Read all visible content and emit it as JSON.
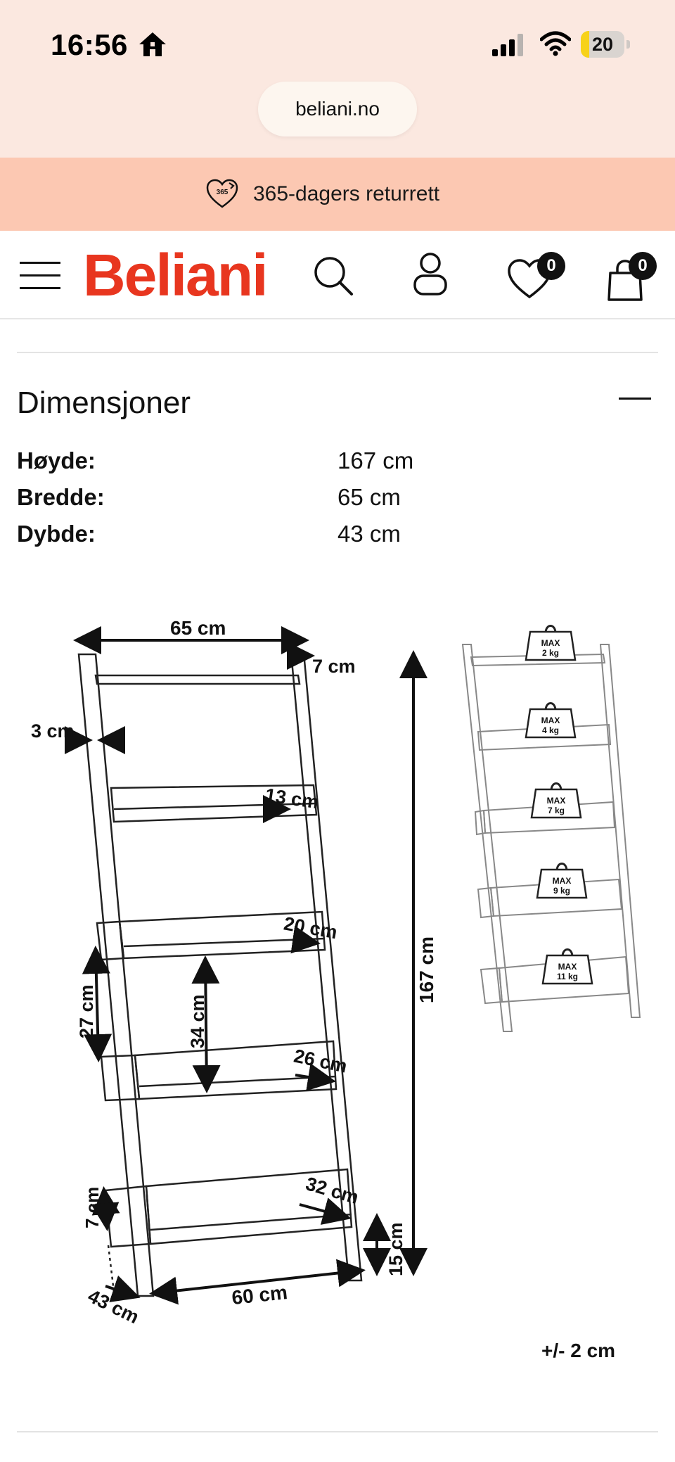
{
  "status_bar": {
    "time": "16:56",
    "battery_level": "20",
    "battery_fraction": 0.2,
    "icons": [
      "home-icon",
      "signal-icon",
      "wifi-icon",
      "battery-icon"
    ]
  },
  "browser": {
    "url": "beliani.no"
  },
  "promo": {
    "text": "365-dagers returrett",
    "icon_label": "365",
    "icon": "heart-365-icon"
  },
  "header": {
    "logo": "Beliani",
    "wishlist_count": "0",
    "cart_count": "0",
    "icons": [
      "menu-icon",
      "search-icon",
      "user-icon",
      "heart-icon",
      "bag-icon"
    ]
  },
  "section": {
    "title": "Dimensjoner",
    "specs": [
      {
        "label": "Høyde:",
        "value": "167 cm"
      },
      {
        "label": "Bredde:",
        "value": "65 cm"
      },
      {
        "label": "Dybde:",
        "value": "43 cm"
      }
    ]
  },
  "diagram": {
    "width": "65 cm",
    "top_depth": "7 cm",
    "frame_thickness": "3 cm",
    "shelf_depth_1": "13 cm",
    "shelf_depth_2": "20 cm",
    "shelf_depth_3": "26 cm",
    "shelf_depth_4": "32 cm",
    "side_gap": "27 cm",
    "shelf_spacing": "34 cm",
    "height": "167 cm",
    "lip_height": "7 cm",
    "bottom_clearance": "15 cm",
    "base_width": "60 cm",
    "base_depth": "43 cm",
    "tolerance": "+/- 2 cm",
    "max_label": "MAX",
    "loads": [
      "2 kg",
      "4 kg",
      "7 kg",
      "9 kg",
      "11 kg"
    ]
  },
  "colors": {
    "status_bg": "#fbe8e0",
    "promo_bg": "#fcc8b2",
    "brand": "#e8361f",
    "battery": "#f7d21a"
  }
}
